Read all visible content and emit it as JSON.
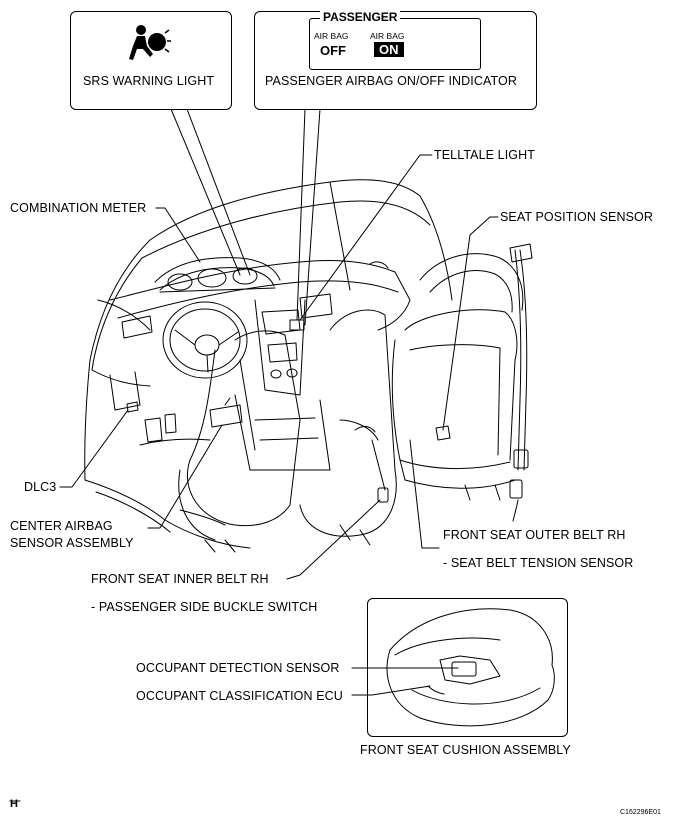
{
  "callouts": {
    "srs_warning_light": "SRS WARNING LIGHT",
    "passenger_indicator": "PASSENGER AIRBAG ON/OFF INDICATOR",
    "telltale_light": "TELLTALE LIGHT",
    "combination_meter": "COMBINATION METER",
    "seat_position_sensor": "SEAT POSITION SENSOR",
    "dlc3": "DLC3",
    "center_airbag_line1": "CENTER AIRBAG",
    "center_airbag_line2": "SENSOR ASSEMBLY",
    "front_seat_outer_belt": "FRONT SEAT OUTER BELT RH",
    "seat_belt_tension_sensor": "- SEAT BELT TENSION SENSOR",
    "front_seat_inner_belt": "FRONT SEAT INNER BELT RH",
    "passenger_buckle_switch": "- PASSENGER SIDE BUCKLE SWITCH",
    "occupant_detection_sensor": "OCCUPANT DETECTION SENSOR",
    "occupant_classification_ecu": "OCCUPANT CLASSIFICATION ECU",
    "front_seat_cushion": "FRONT SEAT CUSHION ASSEMBLY"
  },
  "indicator_panel": {
    "title": "PASSENGER",
    "left_small": "AIR BAG",
    "left_state": "OFF",
    "right_small": "AIR BAG",
    "right_state": "ON"
  },
  "corner": {
    "left_mark": "H",
    "figure_code": "C162296E01"
  },
  "icons": [
    "airbag-warning-icon"
  ]
}
